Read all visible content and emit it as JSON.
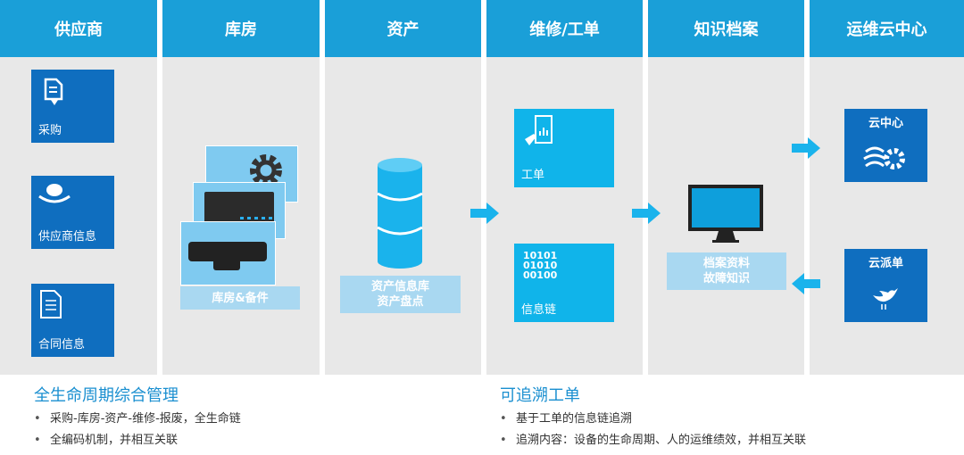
{
  "columns": [
    {
      "title": "供应商"
    },
    {
      "title": "库房"
    },
    {
      "title": "资产"
    },
    {
      "title": "维修/工单"
    },
    {
      "title": "知识档案"
    },
    {
      "title": "运维云中心"
    }
  ],
  "supplier": {
    "purchase": "采购",
    "supplier_info": "供应商信息",
    "contract_info": "合同信息"
  },
  "warehouse": {
    "label": "库房&备件"
  },
  "asset": {
    "line1": "资产信息库",
    "line2": "资产盘点"
  },
  "repair": {
    "work_order": "工单",
    "info_chain": "信息链",
    "binary": "10101\n01010\n00100"
  },
  "knowledge": {
    "line1": "档案资料",
    "line2": "故障知识"
  },
  "cloud": {
    "center": "云中心",
    "dispatch": "云派单"
  },
  "bottom_left": {
    "title": "全生命周期综合管理",
    "items": [
      "采购-库房-资产-维修-报废，全生命链",
      "全编码机制，并相互关联"
    ]
  },
  "bottom_right": {
    "title": "可追溯工单",
    "items": [
      "基于工单的信息链追溯",
      "追溯内容：设备的生命周期、人的运维绩效，并相互关联"
    ]
  },
  "colors": {
    "header": "#1a9fd8",
    "dark_tile": "#0f6ebf",
    "cyan_tile": "#10b4ea",
    "light_box": "#a9d8f1",
    "column_bg": "#e8e8e8",
    "accent_text": "#1a8fd0"
  }
}
